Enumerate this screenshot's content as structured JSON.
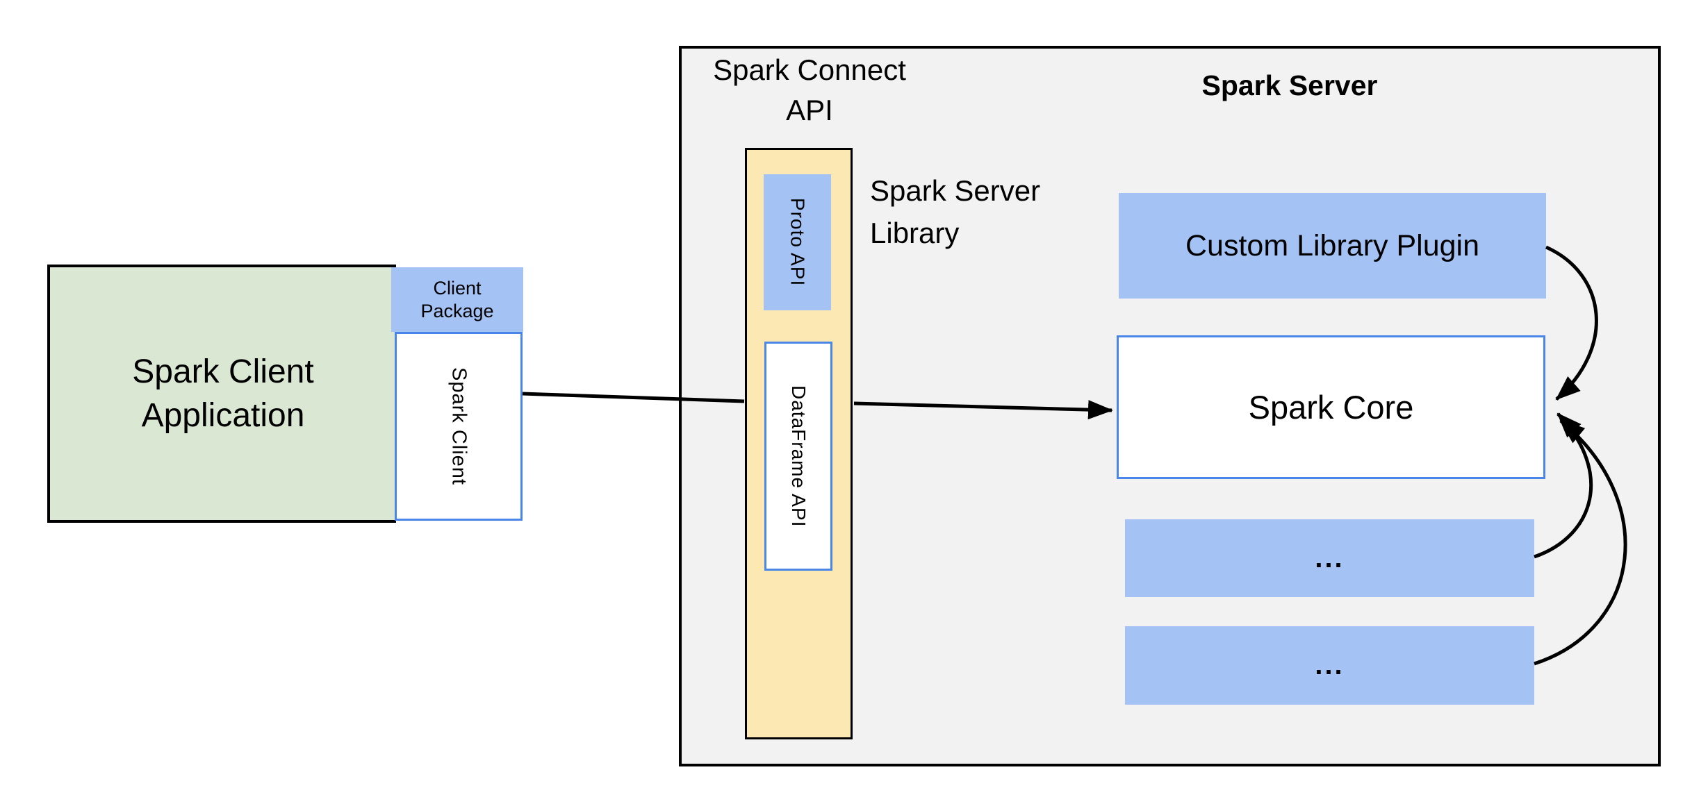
{
  "client": {
    "application_label": "Spark Client\nApplication",
    "package_label": "Client\nPackage",
    "spark_client_label": "Spark Client"
  },
  "server": {
    "connect_api_label": "Spark Connect\nAPI",
    "title": "Spark Server",
    "library_label": "Spark Server\nLibrary",
    "proto_api_label": "Proto API",
    "dataframe_api_label": "DataFrame API",
    "custom_plugin_label": "Custom Library Plugin",
    "spark_core_label": "Spark Core",
    "plugin_placeholder_1": "...",
    "plugin_placeholder_2": "..."
  },
  "colors": {
    "client_app_fill": "#d9e7d3",
    "package_fill": "#a4c2f4",
    "blue_box_border": "#4a86e8",
    "server_fill": "#f2f2f2",
    "library_fill": "#fce8b2",
    "plugin_fill": "#a4c2f4",
    "outline": "#000000"
  }
}
